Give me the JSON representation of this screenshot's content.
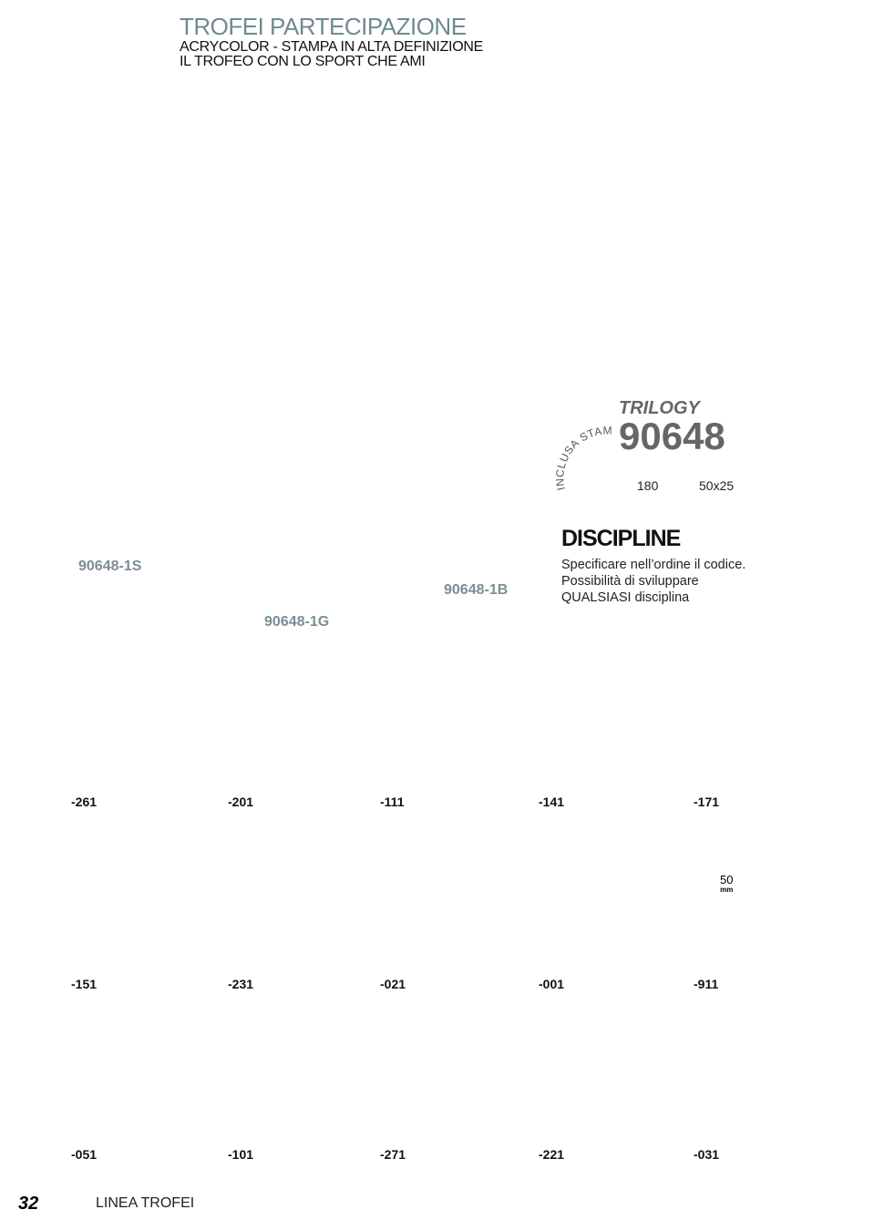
{
  "header": {
    "title": "TROFEI PARTECIPAZIONE",
    "subtitle1": "ACRYCOLOR - STAMPA IN ALTA DEFINIZIONE",
    "subtitle2": "IL TROFEO CON LO SPORT CHE AMI"
  },
  "product": {
    "badge": "INCLUSA STAMPA HD",
    "series": "TRILOGY",
    "code": "90648",
    "height": "180",
    "size": "50x25"
  },
  "variants": [
    "90648-1S",
    "90648-1G",
    "90648-1B"
  ],
  "discipline": {
    "title": "DISCIPLINE",
    "lines": [
      "Specificare nell’ordine il codice.",
      "Possibilità di sviluppare",
      "QUALSIASI disciplina"
    ]
  },
  "codes": [
    [
      "-261",
      "-201",
      "-111",
      "-141",
      "-171"
    ],
    [
      "-151",
      "-231",
      "-021",
      "-001",
      "-911"
    ],
    [
      "-051",
      "-101",
      "-271",
      "-221",
      "-031"
    ]
  ],
  "insert_size": {
    "value": "50",
    "unit": "mm"
  },
  "footer": {
    "page": "32",
    "section": "LINEA TROFEI"
  }
}
